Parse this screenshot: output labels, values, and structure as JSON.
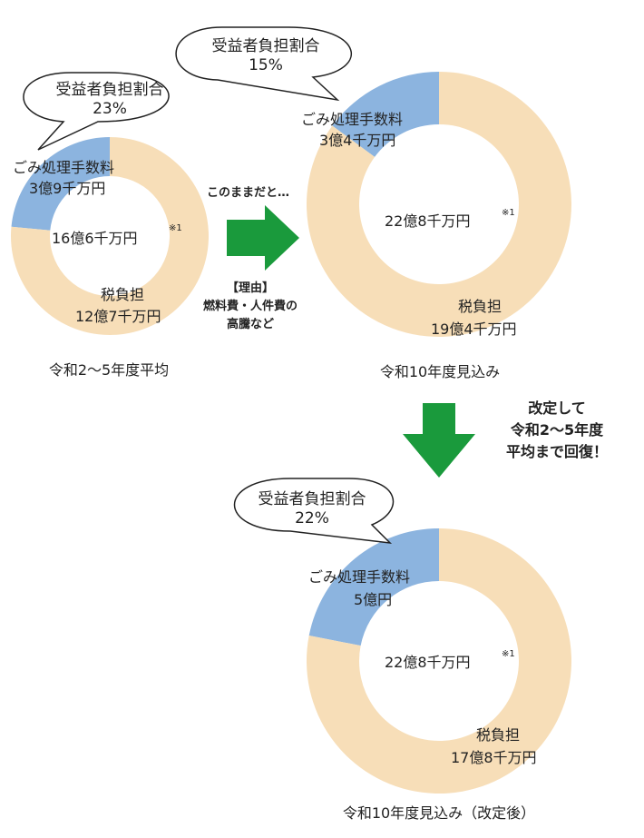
{
  "colors": {
    "tax": "#F7DEB8",
    "fee": "#8CB4DF",
    "arrow": "#1A9A3C",
    "bubble_stroke": "#222222"
  },
  "chart_data": [
    {
      "type": "pie",
      "title": "令和2～5年度平均",
      "total_label": "16億6千万円",
      "note_mark": "※1",
      "bubble": {
        "line1": "受益者負担割合",
        "line2": "23%"
      },
      "slices": [
        {
          "name_line1": "ごみ処理手数料",
          "name_line2": "3億9千万円",
          "value": 3.9,
          "color": "#8CB4DF"
        },
        {
          "name_line1": "税負担",
          "name_line2": "12億7千万円",
          "value": 12.7,
          "color": "#F7DEB8"
        }
      ]
    },
    {
      "type": "pie",
      "title": "令和10年度見込み",
      "total_label": "22億8千万円",
      "note_mark": "※1",
      "bubble": {
        "line1": "受益者負担割合",
        "line2": "15%"
      },
      "slices": [
        {
          "name_line1": "ごみ処理手数料",
          "name_line2": "3億4千万円",
          "value": 3.4,
          "color": "#8CB4DF"
        },
        {
          "name_line1": "税負担",
          "name_line2": "19億4千万円",
          "value": 19.4,
          "color": "#F7DEB8"
        }
      ]
    },
    {
      "type": "pie",
      "title": "令和10年度見込み（改定後）",
      "total_label": "22億8千万円",
      "note_mark": "※1",
      "bubble": {
        "line1": "受益者負担割合",
        "line2": "22%"
      },
      "slices": [
        {
          "name_line1": "ごみ処理手数料",
          "name_line2": "5億円",
          "value": 5.0,
          "color": "#8CB4DF"
        },
        {
          "name_line1": "税負担",
          "name_line2": "17億8千万円",
          "value": 17.8,
          "color": "#F7DEB8"
        }
      ]
    }
  ],
  "arrow_right": {
    "top_text": "このままだと…",
    "reason_title": "【理由】",
    "reason_line1": "燃料費・人件費の",
    "reason_line2": "高騰など"
  },
  "arrow_down": {
    "line1": "改定して",
    "line2": "令和2～5年度",
    "line3": "平均まで回復！"
  }
}
